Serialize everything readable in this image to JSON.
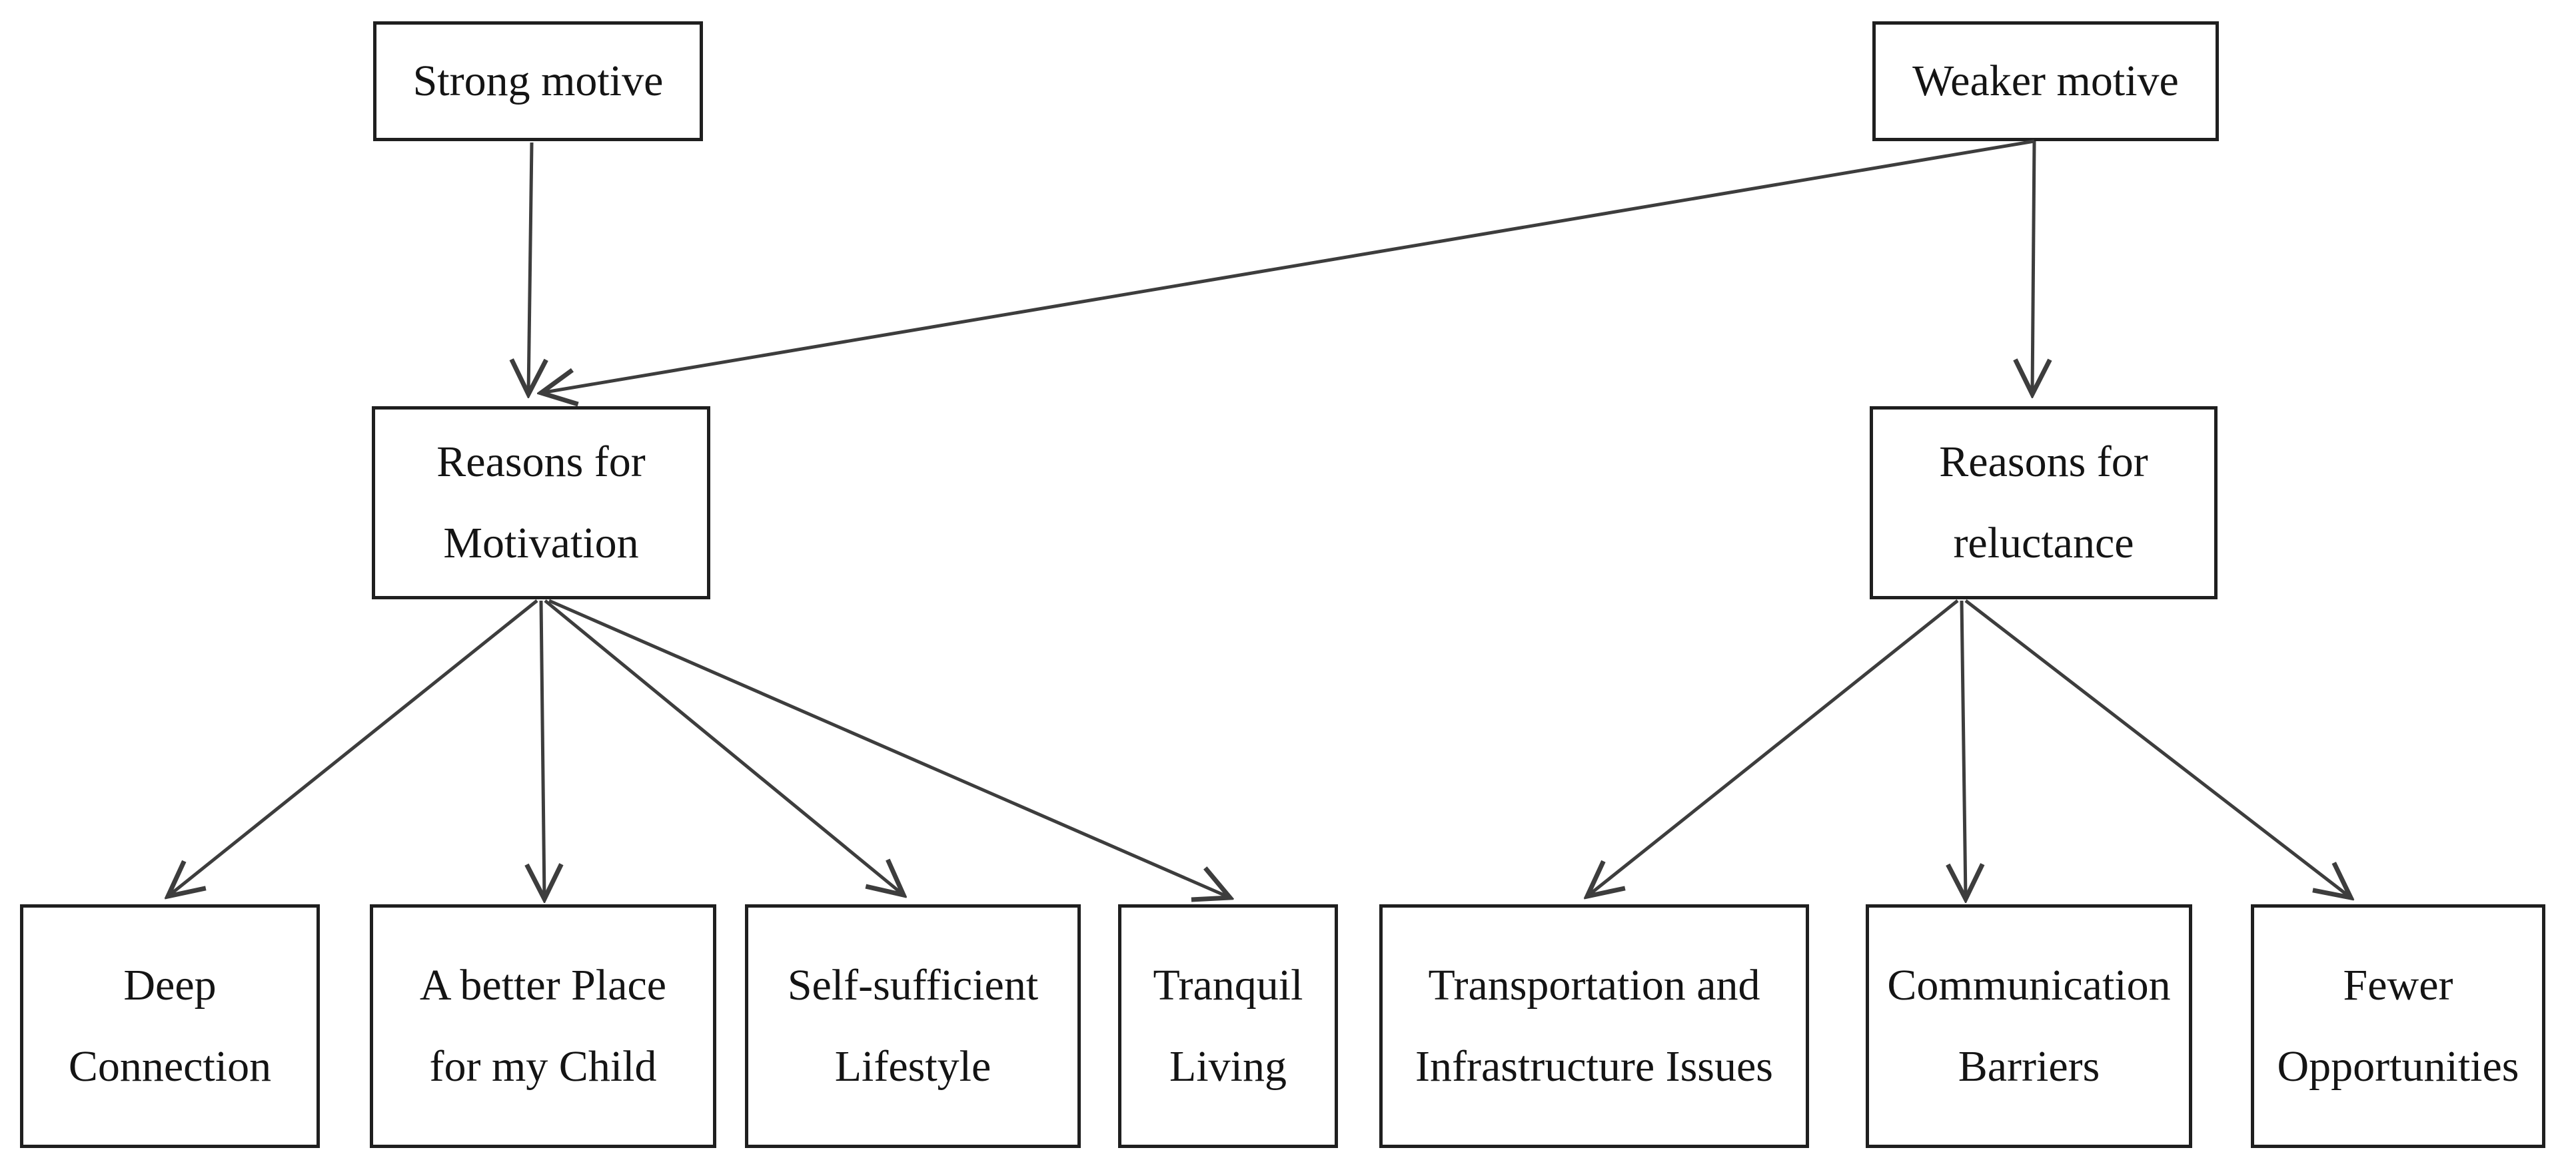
{
  "diagram": {
    "background_color": "#ffffff",
    "box_border_color": "#1f1f1f",
    "arrow_color": "#3d3d3d",
    "text_color": "#141414",
    "nodes": [
      {
        "id": "strong-motive",
        "lines": [
          "Strong motive"
        ]
      },
      {
        "id": "weaker-motive",
        "lines": [
          "Weaker motive"
        ]
      },
      {
        "id": "reasons-for-motivation",
        "lines": [
          "Reasons for",
          "Motivation"
        ]
      },
      {
        "id": "reasons-for-reluctance",
        "lines": [
          "Reasons for",
          "reluctance"
        ]
      },
      {
        "id": "deep-connection",
        "lines": [
          "Deep",
          "Connection"
        ]
      },
      {
        "id": "better-place-for-child",
        "lines": [
          "A better Place",
          "for my Child"
        ]
      },
      {
        "id": "self-sufficient-lifestyle",
        "lines": [
          "Self-sufficient",
          "Lifestyle"
        ]
      },
      {
        "id": "tranquil-living",
        "lines": [
          "Tranquil",
          "Living"
        ]
      },
      {
        "id": "transportation-infrastructure-issues",
        "lines": [
          "Transportation and",
          "Infrastructure Issues"
        ]
      },
      {
        "id": "communication-barriers",
        "lines": [
          "Communication",
          "Barriers"
        ]
      },
      {
        "id": "fewer-opportunities",
        "lines": [
          "Fewer",
          "Opportunities"
        ]
      }
    ],
    "edges": [
      {
        "from": "strong-motive",
        "to": "reasons-for-motivation"
      },
      {
        "from": "weaker-motive",
        "to": "reasons-for-motivation"
      },
      {
        "from": "weaker-motive",
        "to": "reasons-for-reluctance"
      },
      {
        "from": "reasons-for-motivation",
        "to": "deep-connection"
      },
      {
        "from": "reasons-for-motivation",
        "to": "better-place-for-child"
      },
      {
        "from": "reasons-for-motivation",
        "to": "self-sufficient-lifestyle"
      },
      {
        "from": "reasons-for-motivation",
        "to": "tranquil-living"
      },
      {
        "from": "reasons-for-reluctance",
        "to": "transportation-infrastructure-issues"
      },
      {
        "from": "reasons-for-reluctance",
        "to": "communication-barriers"
      },
      {
        "from": "reasons-for-reluctance",
        "to": "fewer-opportunities"
      }
    ]
  }
}
